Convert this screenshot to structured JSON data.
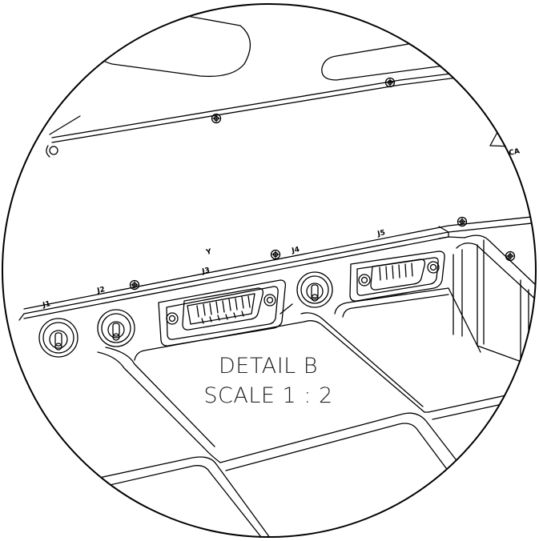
{
  "detail": {
    "title": "DETAIL B",
    "scale": "SCALE 1 : 2"
  },
  "connector_labels": {
    "j1": "J1",
    "j2": "J2",
    "j3": "J3",
    "j4": "J4",
    "j5": "J5",
    "y": "Y",
    "ca": "CA"
  }
}
